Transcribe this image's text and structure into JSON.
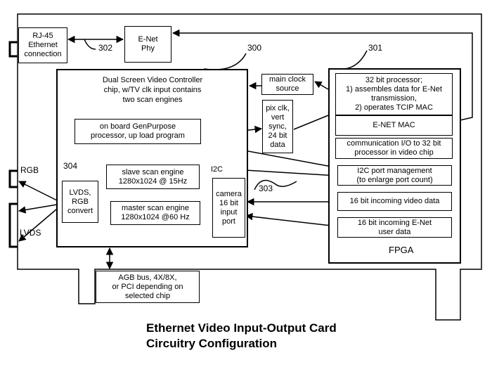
{
  "labels": {
    "rj45": "RJ-45\nEthernet\nconnection",
    "enet_phy": "E-Net\nPhy",
    "ref_302": "302",
    "ref_300": "300",
    "ref_301": "301",
    "ref_304": "304",
    "ref_303": "303",
    "controller_title": "Dual Screen Video Controller\nchip, w/TV clk input contains\ntwo scan engines",
    "genpurpose": "on board GenPurpose\nprocessor, up load program",
    "slave_scan": "slave scan engine\n1280x1024 @ 15Hz",
    "master_scan": "master scan engine\n1280x1024 @60 Hz",
    "lvds_rgb": "LVDS,\nRGB\nconvert",
    "camera": "camera\n16 bit\ninput\nport",
    "i2c": "I2C",
    "main_clock": "main clock\nsource",
    "pix_clk": "pix clk,\nvert\nsync,\n24 bit\ndata",
    "processor32": "32 bit processor;\n1) assembles data for E-Net\ntransmission,\n2) operates TCIP MAC",
    "enet_mac": "E-NET MAC",
    "comm_io": "communication I/O to 32 bit\nprocessor in video chip",
    "i2c_mgmt": "I2C port management\n(to enlarge port count)",
    "video16": "16 bit incoming video data",
    "enet16": "16 bit incoming E-Net\nuser data",
    "fpga": "FPGA",
    "rgb": "RGB",
    "lvds": "LVDS",
    "agb_bus": "AGB bus, 4X/8X,\nor PCI depending on\nselected chip"
  },
  "title": "Ethernet Video Input-Output Card\nCircuitry Configuration"
}
